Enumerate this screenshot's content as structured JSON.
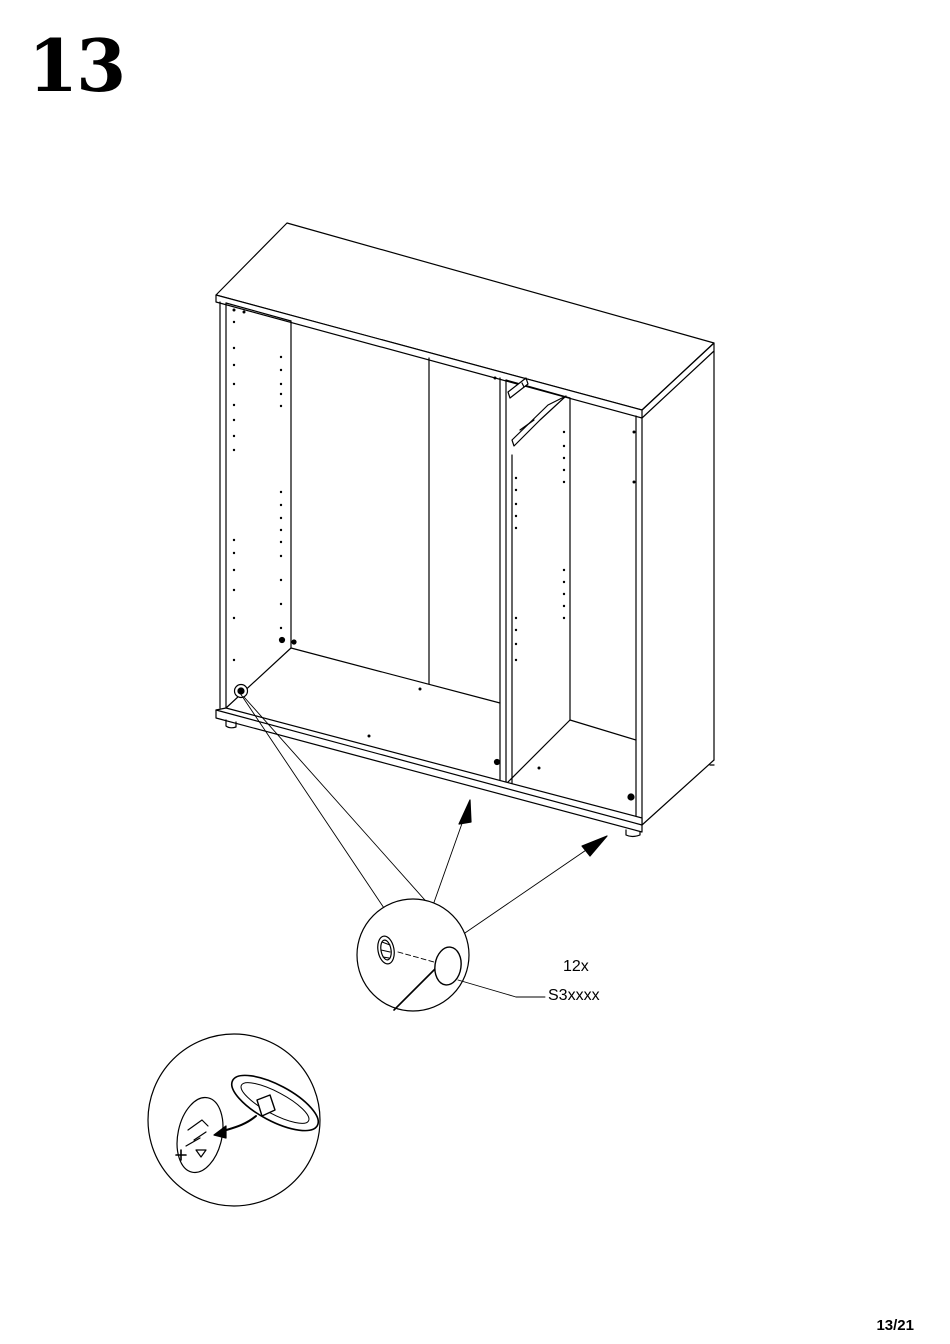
{
  "step": {
    "number": "13"
  },
  "part": {
    "quantity": "12x",
    "code": "S3xxxx"
  },
  "footer": {
    "page": "13/21"
  },
  "icons": [
    "cabinet-illustration",
    "cam-cover-detail-icon",
    "cam-lock-detail-icon",
    "arrow-up-icon",
    "arrow-up-right-icon"
  ],
  "colors": {
    "ink": "#000000",
    "paper": "#ffffff"
  }
}
